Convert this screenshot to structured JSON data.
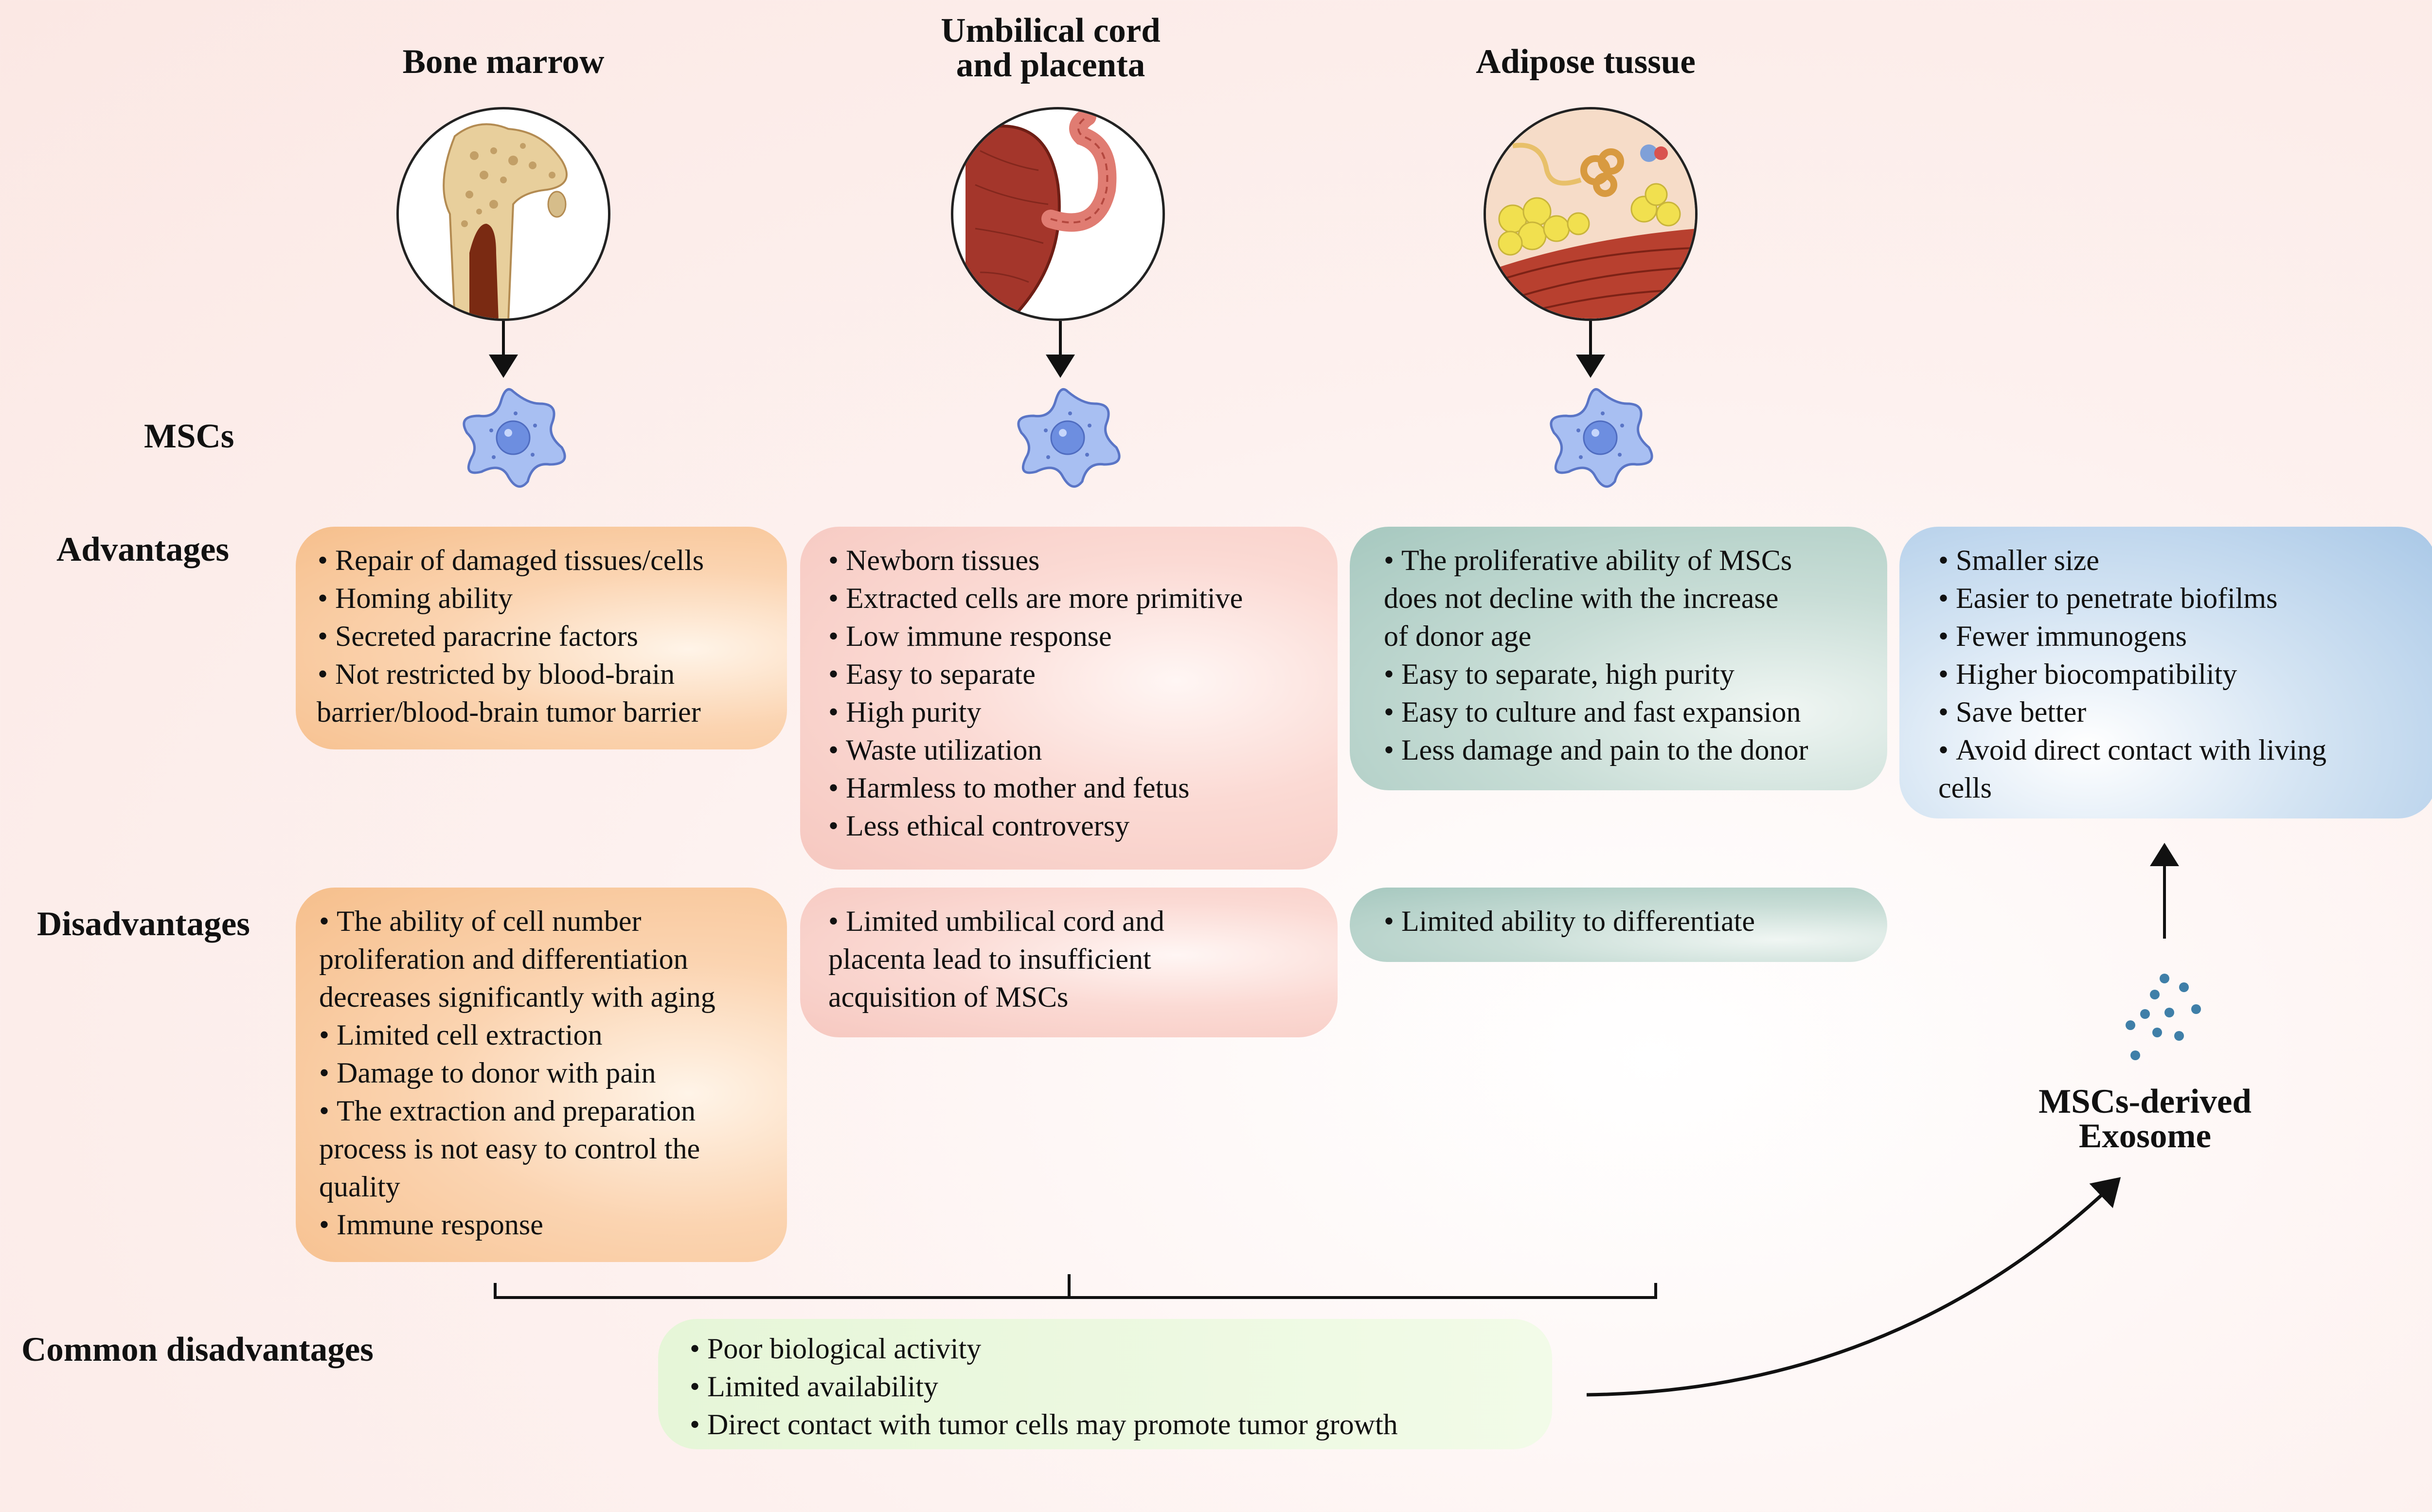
{
  "columns": {
    "bone_marrow": "Bone marrow",
    "umbilical_line1": "Umbilical cord",
    "umbilical_line2": "and placenta",
    "adipose": "Adipose tussue"
  },
  "row_labels": {
    "mscs": "MSCs",
    "advantages": "Advantages",
    "disadvantages": "Disadvantages",
    "common": "Common disadvantages"
  },
  "advantages": {
    "bone_marrow": [
      "Repair of damaged tissues/cells",
      "Homing ability",
      "Secreted paracrine factors",
      "Not restricted by blood-brain"
    ],
    "bone_marrow_cont": "barrier/blood-brain tumor barrier",
    "umbilical": [
      "Newborn tissues",
      "Extracted cells are more primitive",
      "Low immune response",
      "Easy to separate",
      "High purity",
      "Waste utilization",
      "Harmless to mother and fetus",
      "Less ethical controversy"
    ],
    "adipose": [
      "The proliferative ability of MSCs",
      "does not decline with the increase",
      "of donor age",
      "Easy to separate, high purity",
      "Easy to culture and fast expansion",
      "Less damage and pain to the donor"
    ],
    "exosome": [
      "Smaller size",
      "Easier to penetrate biofilms",
      "Fewer immunogens",
      "Higher biocompatibility",
      "Save better",
      "Avoid direct contact with living",
      "cells"
    ]
  },
  "disadvantages": {
    "bone_marrow": [
      "The ability of cell number",
      "proliferation and differentiation",
      "decreases significantly with aging",
      "Limited cell extraction",
      "Damage to donor with pain",
      "The extraction and preparation",
      "process is not easy to control the",
      "quality",
      "Immune response"
    ],
    "umbilical": [
      "Limited umbilical cord and",
      "placenta lead to insufficient",
      "acquisition of MSCs"
    ],
    "adipose": [
      "Limited ability to differentiate"
    ]
  },
  "common_disadvantages": [
    "Poor biological activity",
    "Limited availability",
    "Direct contact with tumor cells may promote tumor growth"
  ],
  "exosome_label": {
    "line1": "MSCs-derived",
    "line2": "Exosome"
  },
  "colors": {
    "bone_marrow": "#f6bf8c",
    "umbilical": "#f6c8c0",
    "adipose": "#a6c8bf",
    "exosome": "#a9c8e7",
    "common": "#e6f6d8",
    "cell": "#a8bff2",
    "exosome_dots": "#3f7fa8"
  }
}
